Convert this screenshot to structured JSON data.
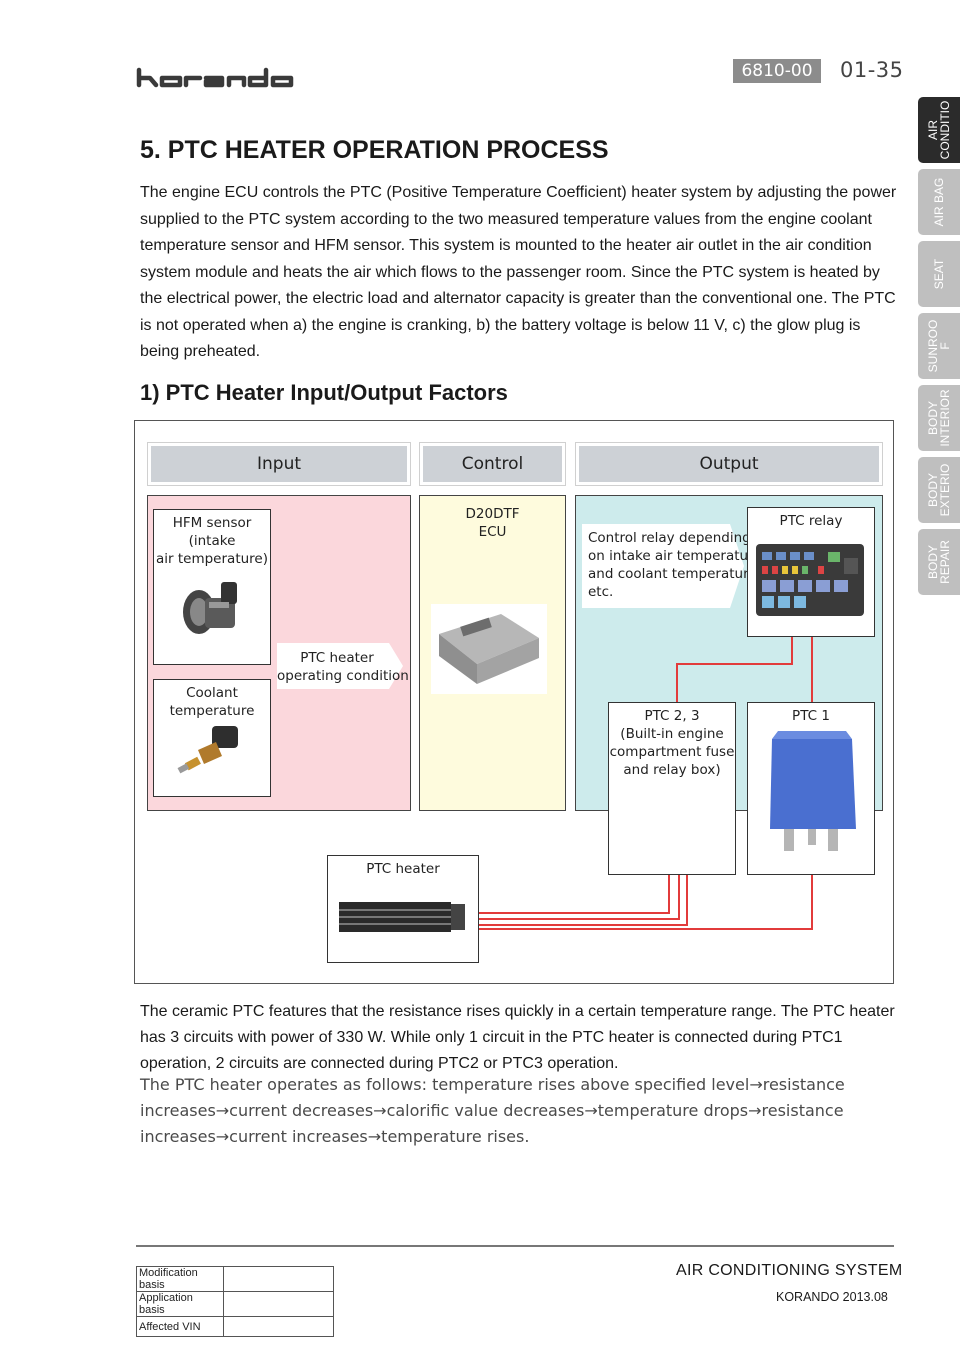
{
  "header": {
    "brand_logo": "korando",
    "section_code": "6810-00",
    "page_number": "01-35"
  },
  "side_tabs": [
    {
      "label": "AIR\nCONDITIO",
      "active": true
    },
    {
      "label": "AIR BAG",
      "active": false
    },
    {
      "label": "SEAT",
      "active": false
    },
    {
      "label": "SUNROO\nF",
      "active": false
    },
    {
      "label": "BODY\nINTERIOR",
      "active": false
    },
    {
      "label": "BODY\nEXTERIO",
      "active": false
    },
    {
      "label": "BODY\nREPAIR",
      "active": false
    }
  ],
  "section_title": "5. PTC HEATER OPERATION PROCESS",
  "intro_text": "The engine ECU controls the PTC (Positive Temperature Coefficient) heater system by adjusting the power supplied to the PTC system according to the two measured temperature values from the engine coolant temperature sensor and HFM sensor. This system is mounted to the heater air outlet in the air condition system module and heats the air which flows to the passenger room. Since the PTC system is heated by the electrical power, the electric load and alternator capacity is greater than the conventional one. The PTC is not operated when a) the engine is cranking, b) the battery voltage is below 11 V, c) the glow plug is being preheated.",
  "subsection_title": "1) PTC Heater Input/Output Factors",
  "diagram": {
    "headers": {
      "input": "Input",
      "control": "Control",
      "output": "Output"
    },
    "hfm_sensor": "HFM sensor\n(intake\nair temperature)",
    "coolant": "Coolant\ntemperature",
    "operating_condition": "PTC heater\noperating condition",
    "ecu": "D20DTF\nECU",
    "control_relay_note": "Control relay depending\non intake air temperature\nand coolant temperature,\netc.",
    "ptc_relay": "PTC relay",
    "ptc23": "PTC 2, 3\n(Built-in engine\ncompartment fuse\nand relay box)",
    "ptc1": "PTC 1",
    "ptc_heater": "PTC heater"
  },
  "after_text_1": "The ceramic PTC features that the resistance rises quickly in a certain temperature range. The PTC heater has 3 circuits with power of 330 W. While only 1 circuit in the PTC heater is connected during PTC1 operation, 2 circuits are connected during PTC2 or PTC3 operation.",
  "after_text_2_lines": [
    "The PTC heater operates as follows: temperature rises above specified level→resistance",
    "increases→current decreases→calorific value decreases→temperature drops→resistance",
    "increases→current increases→temperature rises."
  ],
  "footer": {
    "title": "AIR CONDITIONING SYSTEM",
    "model": "KORANDO 2013.08",
    "table": [
      {
        "key": "Modification basis",
        "value": ""
      },
      {
        "key": "Application basis",
        "value": ""
      },
      {
        "key": "Affected VIN",
        "value": ""
      }
    ]
  },
  "colors": {
    "input_bg": "#fbd7dc",
    "control_bg": "#fefbdd",
    "output_bg": "#cdebec",
    "wire": "#e23b3b",
    "badge": "#8c8c8c"
  }
}
